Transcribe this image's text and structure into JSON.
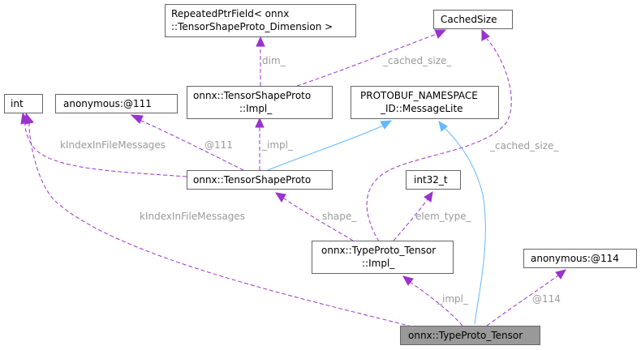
{
  "nodes": {
    "repeated": [
      "RepeatedPtrField< onnx",
      "::TensorShapeProto_Dimension >"
    ],
    "cached_size": [
      "CachedSize"
    ],
    "int": [
      "int"
    ],
    "anon111": [
      "anonymous:@111"
    ],
    "shape_impl": [
      "onnx::TensorShapeProto",
      "::Impl_"
    ],
    "message_lite": [
      "PROTOBUF_NAMESPACE",
      "_ID::MessageLite"
    ],
    "shape_proto": [
      "onnx::TensorShapeProto"
    ],
    "int32": [
      "int32_t"
    ],
    "tensor_impl": [
      "onnx::TypeProto_Tensor",
      "::Impl_"
    ],
    "anon114": [
      "anonymous:@114"
    ],
    "root": [
      "onnx::TypeProto_Tensor"
    ]
  },
  "edge_labels": {
    "dim": "dim_",
    "cached_size_1": "_cached_size_",
    "cached_size_2": "_cached_size_",
    "kindex_1": "kIndexInFileMessages",
    "kindex_2": "kIndexInFileMessages",
    "at111": "@111",
    "impl_1": "_impl_",
    "shape": "shape_",
    "elem_type": "elem_type_",
    "impl_2": "_impl_",
    "at114": "@114"
  }
}
